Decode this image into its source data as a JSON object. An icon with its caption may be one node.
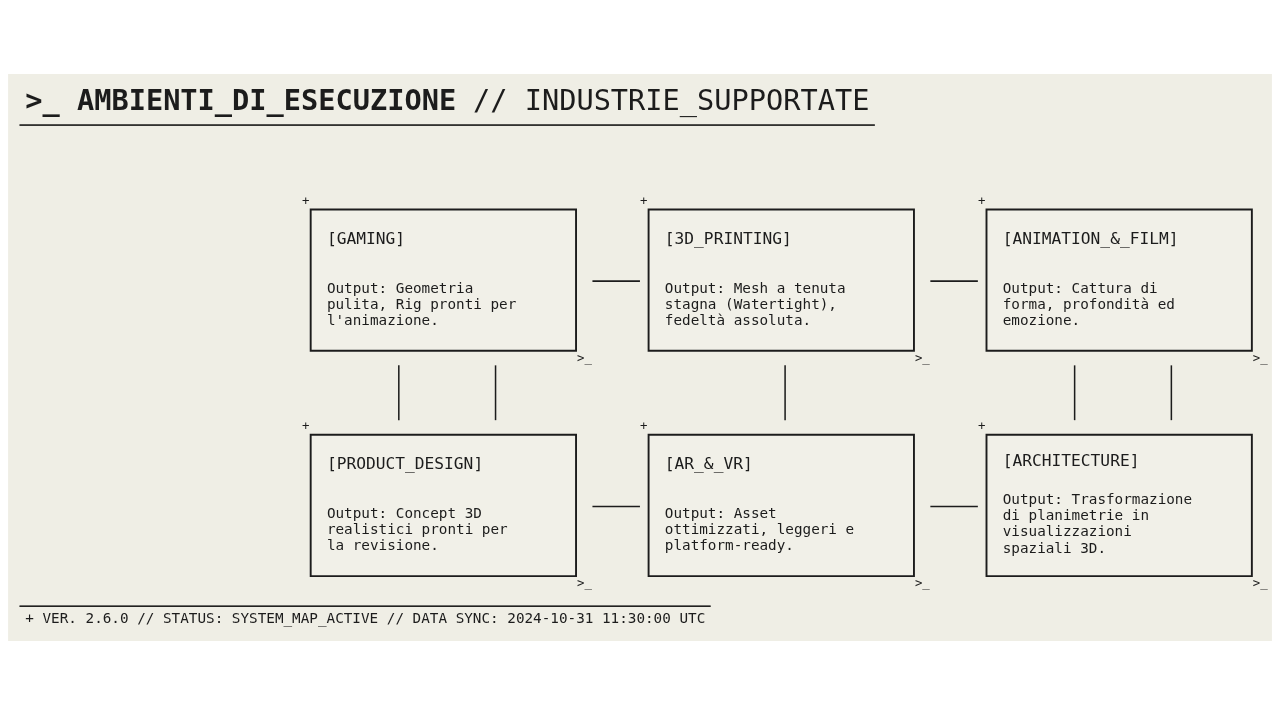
{
  "diagram": {
    "title": "**>_ AMBIENTI_DI_ESECUZIONE** // INDUSTRIE_SUPPORTATE",
    "caption": "+ VER. 2.6.0 // STATUS: SYSTEM_MAP_ACTIVE // DATA SYNC: 2024-10-31 11:30:00 UTC",
    "nodes": [
      {
        "text": [
          "[GAMING]",
          "Output: Geometria pulita, Rig pronti per l'animazione."
        ],
        "beside": [
          "+",
          ">_"
        ]
      },
      {
        "text": [
          "[3D_PRINTING]",
          "Output: Mesh a tenuta stagna (Watertight), fedeltà assoluta."
        ],
        "beside": [
          "+",
          ">_"
        ]
      },
      {
        "text": [
          "[ANIMATION_&_FILM]",
          "Output: Cattura di forma, profondità ed emozione."
        ],
        "beside": [
          "+",
          ">_"
        ]
      },
      {
        "text": [
          "[PRODUCT_DESIGN]",
          "Output: Concept 3D realistici pronti per la revisione."
        ],
        "beside": [
          "+",
          ">_"
        ]
      },
      {
        "text": [
          "[AR_&_VR]",
          "Output: Asset ottimizzati, leggeri e platform-ready."
        ],
        "beside": [
          "+",
          ">_"
        ]
      },
      {
        "text": [
          "[ARCHITECTURE]",
          "Output: Trasformazione di planimetrie in visualizzazioni spaziali 3D."
        ],
        "beside": [
          "+",
          ">_"
        ]
      }
    ],
    "edges": [
      {
        "from": 0,
        "to": 1,
        "arrow": "none"
      },
      {
        "from": 1,
        "to": 2,
        "arrow": "none"
      },
      {
        "from": 0,
        "to": 3,
        "arrow": "none"
      },
      {
        "from": 1,
        "to": 4,
        "arrow": "none"
      },
      {
        "from": 2,
        "to": 5,
        "arrow": "none"
      },
      {
        "from": 3,
        "to": 4,
        "arrow": "none"
      },
      {
        "from": 4,
        "to": 5,
        "arrow": "none"
      },
      {
        "from": 0,
        "to": 3,
        "arrow": "none"
      },
      {
        "from": 2,
        "to": 5,
        "arrow": "none"
      }
    ]
  }
}
